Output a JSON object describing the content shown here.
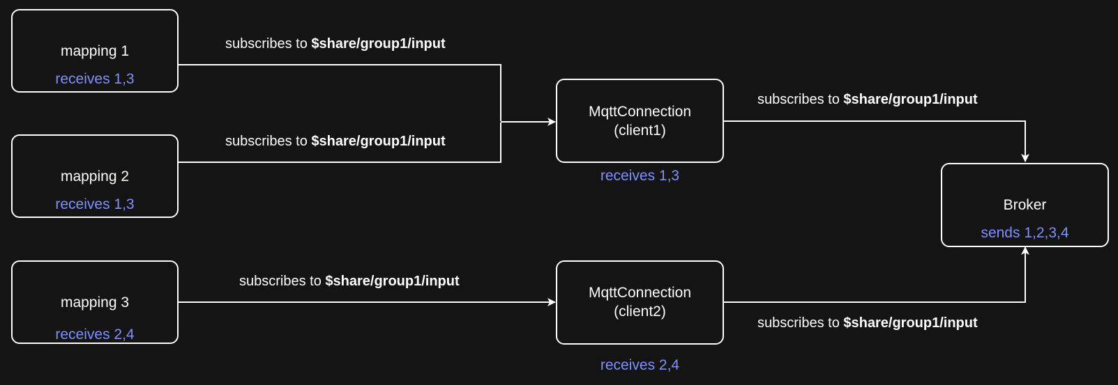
{
  "colors": {
    "background": "#141414",
    "stroke": "#ffffff",
    "status": "#8090ff"
  },
  "nodes": {
    "mapping1": {
      "title": "mapping 1",
      "status": "receives 1,3"
    },
    "mapping2": {
      "title": "mapping 2",
      "status": "receives 1,3"
    },
    "mapping3": {
      "title": "mapping 3",
      "status": "receives 2,4"
    },
    "conn1": {
      "title_line1": "MqttConnection",
      "title_line2": "(client1)",
      "status": "receives 1,3"
    },
    "conn2": {
      "title_line1": "MqttConnection",
      "title_line2": "(client2)",
      "status": "receives 2,4"
    },
    "broker": {
      "title": "Broker",
      "status": "sends 1,2,3,4"
    }
  },
  "edges": {
    "m1_to_conn1": {
      "prefix": "subscribes to ",
      "topic": "$share/group1/input"
    },
    "m2_to_conn1": {
      "prefix": "subscribes to ",
      "topic": "$share/group1/input"
    },
    "m3_to_conn2": {
      "prefix": "subscribes to ",
      "topic": "$share/group1/input"
    },
    "conn1_to_broker": {
      "prefix": "subscribes to ",
      "topic": "$share/group1/input"
    },
    "conn2_to_broker": {
      "prefix": "subscribes to ",
      "topic": "$share/group1/input"
    }
  }
}
